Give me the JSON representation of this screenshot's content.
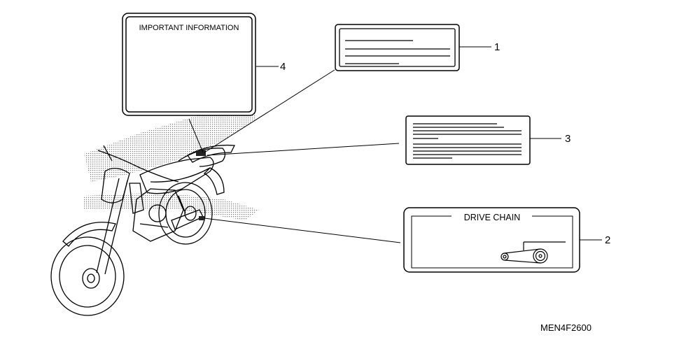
{
  "labels": {
    "important": {
      "title": "IMPORTANT INFORMATION",
      "callout": "4"
    },
    "label1": {
      "callout": "1"
    },
    "label3": {
      "callout": "3"
    },
    "drive_chain": {
      "title": "DRIVE CHAIN",
      "callout": "2"
    }
  },
  "diagram_code": "MEN4F2600",
  "colors": {
    "ink": "#000000",
    "paper": "#ffffff",
    "stipple": "#888888"
  }
}
